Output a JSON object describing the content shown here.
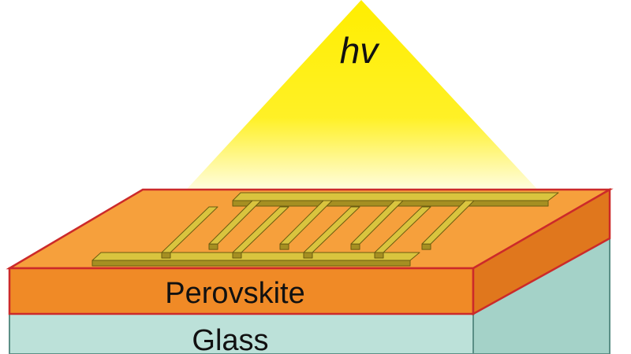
{
  "labels": {
    "light": "hv",
    "perovskite": "Perovskite",
    "glass": "Glass"
  },
  "colors": {
    "background": "#ffffff",
    "light_cone": "#ffee00",
    "perovskite_top": "#f6a03c",
    "perovskite_front": "#f08a26",
    "perovskite_side": "#e0771d",
    "perovskite_edge": "#cc2a2a",
    "glass_front": "#bce1d9",
    "glass_side": "#a4d2c8",
    "glass_edge": "#5b8f86",
    "electrode_top": "#d9c43e",
    "electrode_side": "#a58f22",
    "electrode_edge": "#6b5c10"
  },
  "icons": {
    "electrode": "interdigitated-electrode-icon",
    "light": "light-cone-icon"
  }
}
